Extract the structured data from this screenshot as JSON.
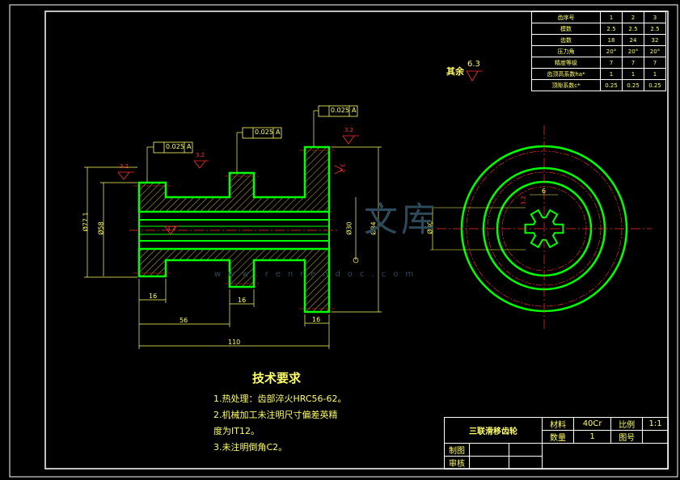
{
  "gear_table": {
    "rows": [
      {
        "label": "齿序号",
        "values": [
          "1",
          "2",
          "3"
        ]
      },
      {
        "label": "模数",
        "values": [
          "2.5",
          "2.5",
          "2.5"
        ]
      },
      {
        "label": "齿数",
        "values": [
          "18",
          "24",
          "32"
        ]
      },
      {
        "label": "压力角",
        "values": [
          "20°",
          "20°",
          "20°"
        ]
      },
      {
        "label": "精度等级",
        "values": [
          "7",
          "7",
          "7"
        ]
      },
      {
        "label": "齿顶高系数ha*",
        "values": [
          "1",
          "1",
          "1"
        ]
      },
      {
        "label": "顶隙系数c*",
        "values": [
          "0.25",
          "0.25",
          "0.25"
        ]
      }
    ]
  },
  "roughness_note": {
    "label": "其余",
    "value": "6.3"
  },
  "tolerance_frames": [
    "0.025",
    "0.025",
    "0.025"
  ],
  "tolerance_datum": "A",
  "roughness_marks": [
    "3.2",
    "3.2",
    "3.2",
    "3.2",
    "3.2",
    "3.2"
  ],
  "dimensions": {
    "d1": "Ø77.1",
    "d2": "Ø58",
    "d3": "Ø30",
    "d4": "Ø84",
    "bore": "Ø30",
    "l1": "16",
    "l2": "56",
    "l3": "16",
    "l4": "16",
    "total": "110",
    "key": "6"
  },
  "tech_req": {
    "title": "技术要求",
    "lines": [
      "1.热处理：齿部淬火HRC56-62。",
      "2.机械加工未注明尺寸偏差英精",
      "度为IT12。",
      "3.未注明倒角C2。"
    ]
  },
  "title_block": {
    "part_name": "三联滑移齿轮",
    "material_label": "材料",
    "material_value": "40Cr",
    "scale_label": "比例",
    "scale_value": "1:1",
    "qty_label": "数量",
    "qty_value": "1",
    "drawing_no_label": "图号",
    "drawing_no_value": "",
    "drawn_label": "制图",
    "checked_label": "审核"
  },
  "watermark": "www.renrendoc.com",
  "watermark_cn": "文库"
}
